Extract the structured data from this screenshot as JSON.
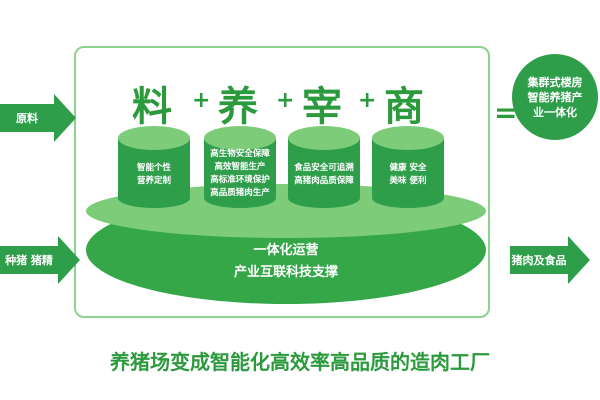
{
  "colors": {
    "primary_green": "#2f9e4b",
    "light_green": "#7ccc7a",
    "border_green": "#8fd18f",
    "text_green": "#2b9a3c"
  },
  "inputs": [
    "原料",
    "种猪  猪精"
  ],
  "output": "猪肉及食品",
  "factors": [
    "料",
    "养",
    "宰",
    "商"
  ],
  "plus_sign": "+",
  "equals_sign": "=",
  "pillars": [
    {
      "lines": [
        "智能个性",
        "营养定制"
      ]
    },
    {
      "lines": [
        "高生物安全保障",
        "高效智能生产",
        "高标准环境保护",
        "高品质猪肉生产"
      ]
    },
    {
      "lines": [
        "食品安全可追溯",
        "高猪肉品质保障"
      ]
    },
    {
      "lines": [
        "健康  安全",
        "美味  便利"
      ]
    }
  ],
  "platform": [
    "一体化运营",
    "产业互联科技支撑"
  ],
  "result": [
    "集群式楼房",
    "智能养猪产",
    "业一体化"
  ],
  "caption": "养猪场变成智能化高效率高品质的造肉工厂"
}
